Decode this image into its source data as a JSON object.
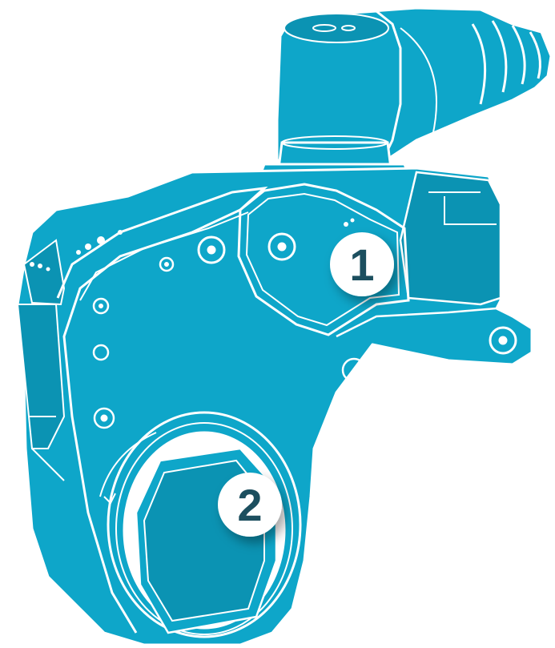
{
  "diagram": {
    "colors": {
      "body": "#0ea6c9",
      "body_dark": "#0b93b3",
      "outline": "#ffffff",
      "badge_fill": "#ffffff",
      "badge_text": "#1f4f5e"
    },
    "callouts": [
      {
        "id": "callout-1",
        "label": "1"
      },
      {
        "id": "callout-2",
        "label": "2"
      }
    ]
  }
}
